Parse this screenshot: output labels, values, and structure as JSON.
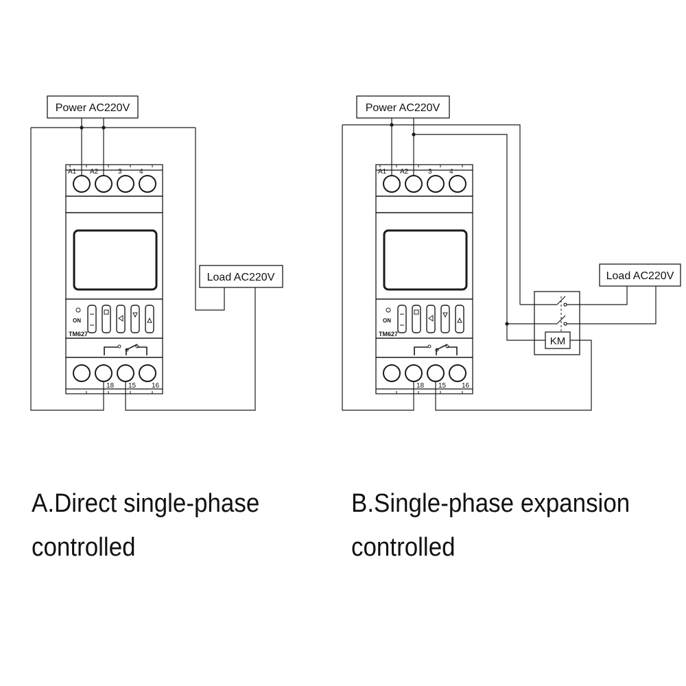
{
  "colors": {
    "line": "#1a1a1a",
    "background": "#ffffff"
  },
  "diagrams": [
    {
      "power_label": "Power AC220V",
      "load_label": "Load AC220V",
      "top_terminals": [
        "A1",
        "A2",
        "3",
        "4"
      ],
      "bottom_terminals": [
        "18",
        "15",
        "16"
      ],
      "model": "TM627",
      "on_label": "ON",
      "caption_line1": "A.Direct single-phase",
      "caption_line2": "controlled"
    },
    {
      "power_label": "Power AC220V",
      "load_label": "Load AC220V",
      "top_terminals": [
        "A1",
        "A2",
        "3",
        "4"
      ],
      "bottom_terminals": [
        "18",
        "15",
        "16"
      ],
      "model": "TM627",
      "on_label": "ON",
      "contactor_label": "KM",
      "caption_line1": "B.Single-phase expansion",
      "caption_line2": "controlled"
    }
  ]
}
